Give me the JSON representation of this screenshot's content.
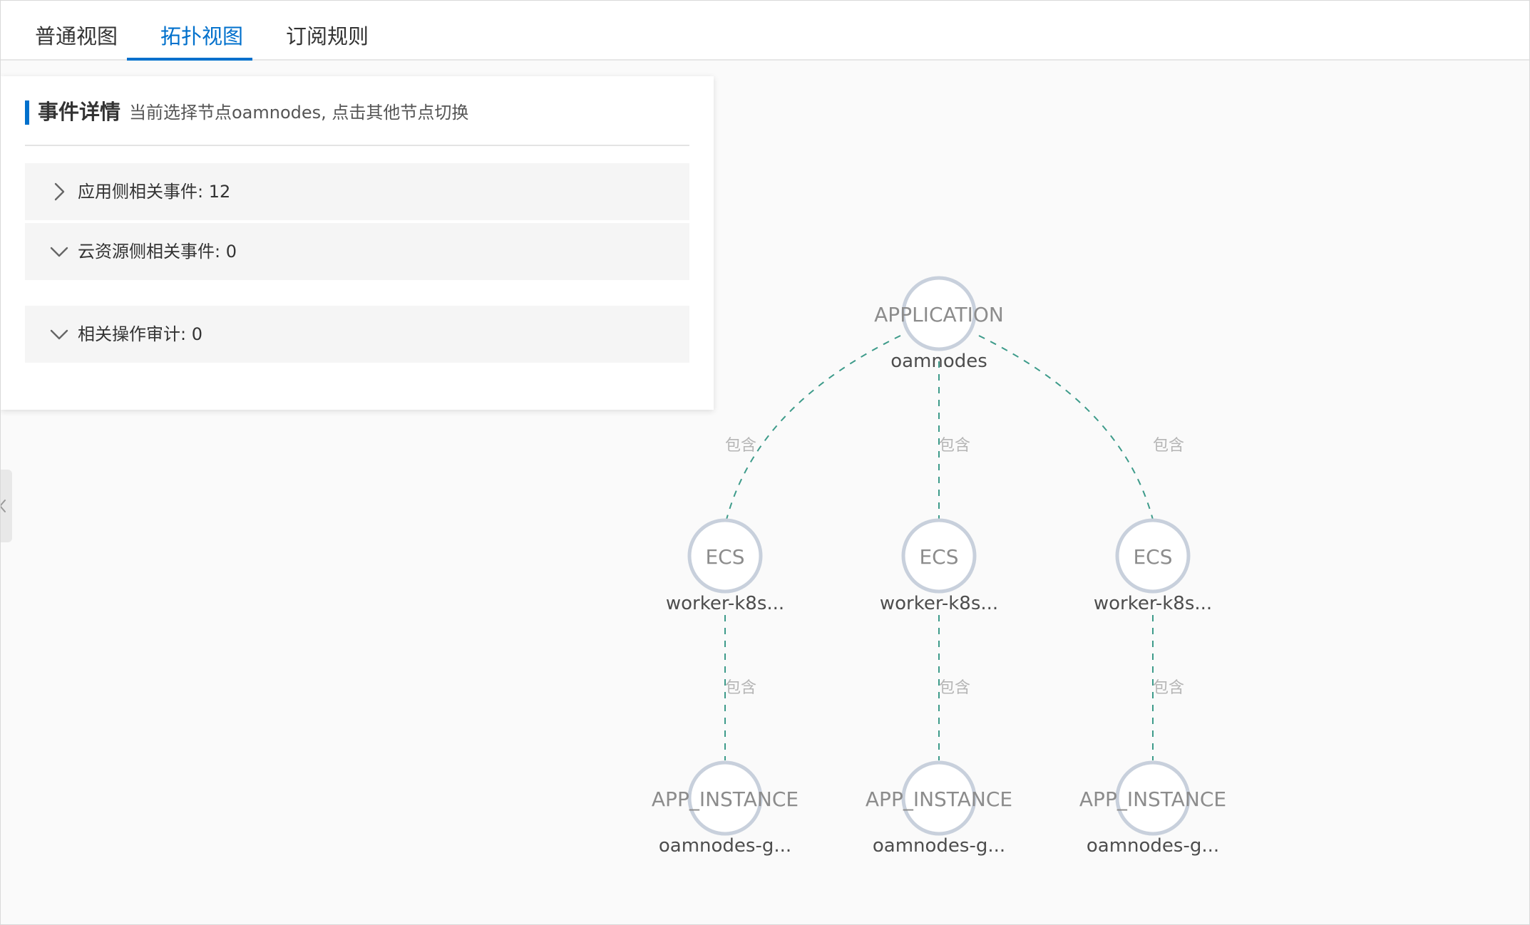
{
  "tabs": [
    {
      "label": "普通视图",
      "active": false
    },
    {
      "label": "拓扑视图",
      "active": true
    },
    {
      "label": "订阅规则",
      "active": false
    }
  ],
  "panel": {
    "title": "事件详情",
    "subtitle": "当前选择节点oamnodes, 点击其他节点切换",
    "sections": [
      {
        "label": "应用侧相关事件: 12",
        "state": "collapsed"
      },
      {
        "label": "云资源侧相关事件: 0",
        "state": "expanded"
      },
      {
        "label": "相关操作审计: 0",
        "state": "expanded"
      }
    ]
  },
  "topology": {
    "edge_label": "包含",
    "colors": {
      "edge": "#3d9b8a",
      "node_stroke": "#c8d0dc",
      "accent": "#0070cc"
    },
    "root": {
      "type": "APPLICATION",
      "name": "oamnodes"
    },
    "branches": [
      {
        "ecs": {
          "type": "ECS",
          "name": "worker-k8s..."
        },
        "instance": {
          "type": "APP_INSTANCE",
          "name": "oamnodes-g..."
        }
      },
      {
        "ecs": {
          "type": "ECS",
          "name": "worker-k8s..."
        },
        "instance": {
          "type": "APP_INSTANCE",
          "name": "oamnodes-g..."
        }
      },
      {
        "ecs": {
          "type": "ECS",
          "name": "worker-k8s..."
        },
        "instance": {
          "type": "APP_INSTANCE",
          "name": "oamnodes-g..."
        }
      }
    ]
  }
}
